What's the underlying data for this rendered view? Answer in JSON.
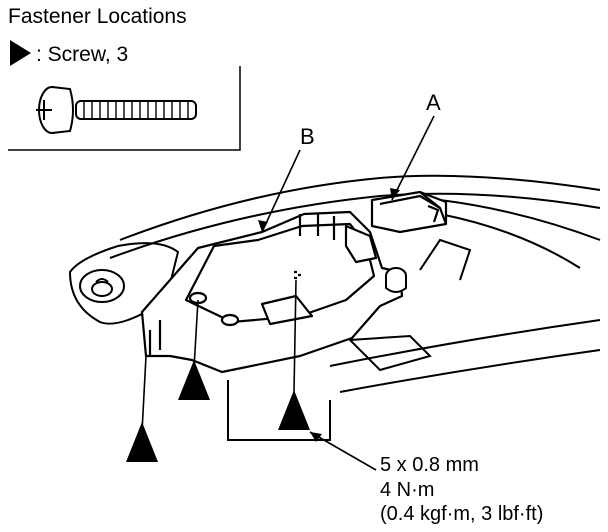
{
  "title": "Fastener Locations",
  "legend": {
    "symbol_icon": "triangle-marker",
    "text": ": Screw, 3",
    "fastener_icon": "screw-icon"
  },
  "callouts": {
    "a": "A",
    "b": "B"
  },
  "specification": {
    "size": "5 x 0.8 mm",
    "torque": "4 N·m",
    "torque_alt": "(0.4 kgf·m, 3 lbf·ft)"
  },
  "colors": {
    "ink": "#000000",
    "paper": "#ffffff"
  }
}
